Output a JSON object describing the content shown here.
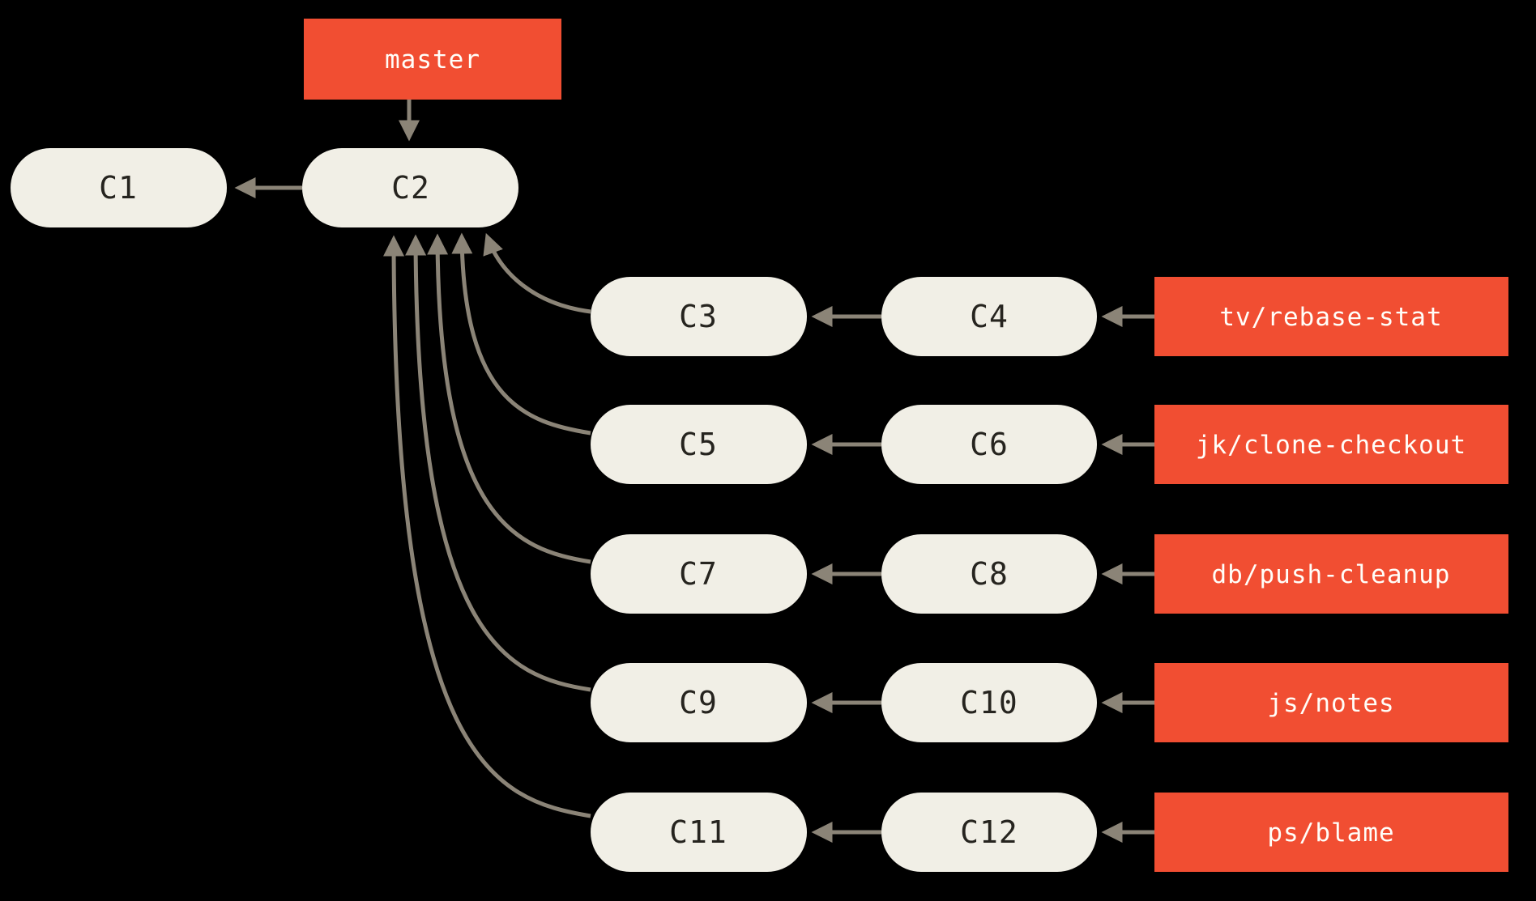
{
  "diagram": {
    "title": "git commit history with master and five topic branches",
    "background_color": "#000000",
    "colors": {
      "branch_fill": "#f14e32",
      "commit_fill": "#f1efe6",
      "arrow": "#8b8477",
      "commit_text": "#26241f",
      "branch_text": "#fffef9"
    },
    "master": {
      "label": "master"
    },
    "commits": [
      {
        "id": "C1",
        "label": "C1"
      },
      {
        "id": "C2",
        "label": "C2"
      },
      {
        "id": "C3",
        "label": "C3"
      },
      {
        "id": "C4",
        "label": "C4"
      },
      {
        "id": "C5",
        "label": "C5"
      },
      {
        "id": "C6",
        "label": "C6"
      },
      {
        "id": "C7",
        "label": "C7"
      },
      {
        "id": "C8",
        "label": "C8"
      },
      {
        "id": "C9",
        "label": "C9"
      },
      {
        "id": "C10",
        "label": "C10"
      },
      {
        "id": "C11",
        "label": "C11"
      },
      {
        "id": "C12",
        "label": "C12"
      }
    ],
    "branches": [
      {
        "label": "tv/rebase-stat",
        "points_to": "C4"
      },
      {
        "label": "jk/clone-checkout",
        "points_to": "C6"
      },
      {
        "label": "db/push-cleanup",
        "points_to": "C8"
      },
      {
        "label": "js/notes",
        "points_to": "C10"
      },
      {
        "label": "ps/blame",
        "points_to": "C12"
      }
    ],
    "edges": [
      {
        "from": "master",
        "to": "C2"
      },
      {
        "from": "C2",
        "to": "C1"
      },
      {
        "from": "C4",
        "to": "C3"
      },
      {
        "from": "C6",
        "to": "C5"
      },
      {
        "from": "C8",
        "to": "C7"
      },
      {
        "from": "C10",
        "to": "C9"
      },
      {
        "from": "C12",
        "to": "C11"
      },
      {
        "from": "C3",
        "to": "C2"
      },
      {
        "from": "C5",
        "to": "C2"
      },
      {
        "from": "C7",
        "to": "C2"
      },
      {
        "from": "C9",
        "to": "C2"
      },
      {
        "from": "C11",
        "to": "C2"
      },
      {
        "from": "tv/rebase-stat",
        "to": "C4"
      },
      {
        "from": "jk/clone-checkout",
        "to": "C6"
      },
      {
        "from": "db/push-cleanup",
        "to": "C8"
      },
      {
        "from": "js/notes",
        "to": "C10"
      },
      {
        "from": "ps/blame",
        "to": "C12"
      }
    ]
  }
}
